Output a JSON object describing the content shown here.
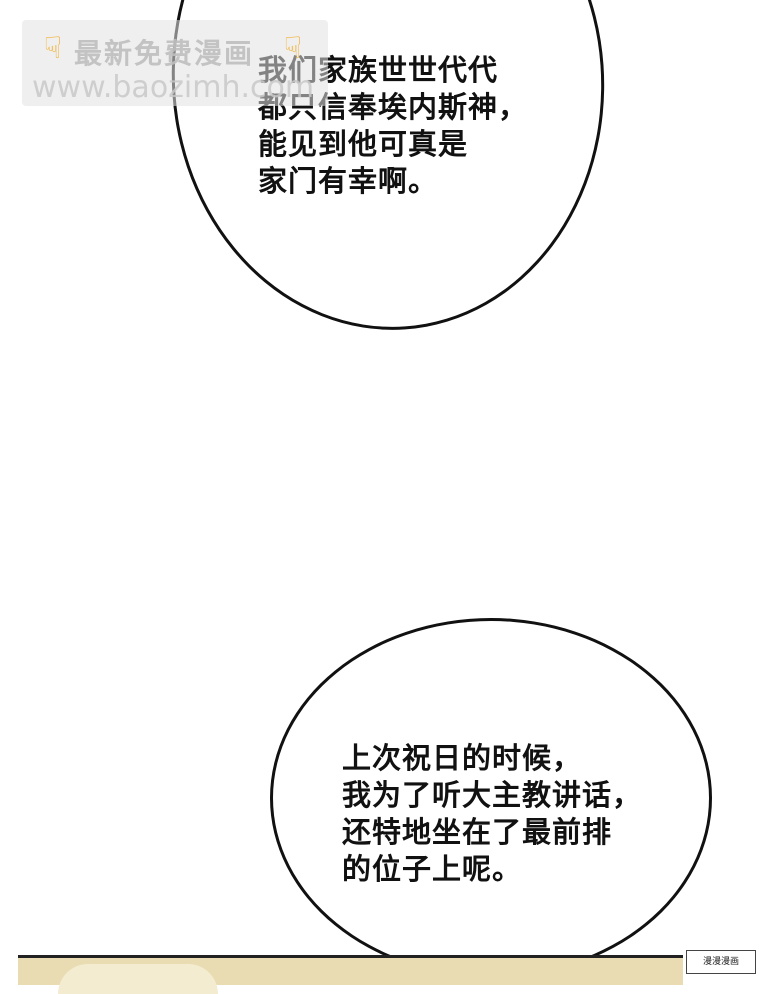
{
  "bubbles": [
    {
      "lines": [
        "我们家族世世代代",
        "都只信奉埃内斯神，",
        "能见到他可真是",
        "家门有幸啊。"
      ]
    },
    {
      "lines": [
        "上次祝日的时候，",
        "我为了听大主教讲话，",
        "还特地坐在了最前排",
        "的位子上呢。"
      ]
    }
  ],
  "watermark": {
    "title": "最新免费漫画",
    "url": "www.baozimh.com",
    "icon": "pointing-down-hand-icon",
    "icon_color": "#f1b33a"
  },
  "corner_mark": "漫漫漫画"
}
